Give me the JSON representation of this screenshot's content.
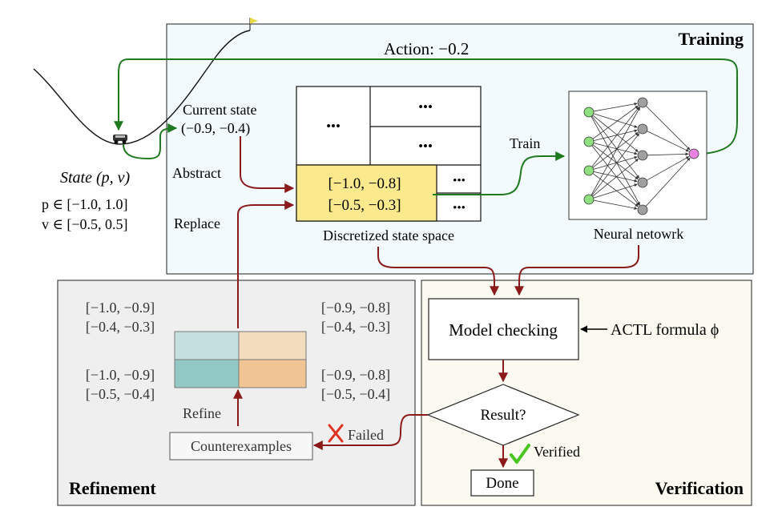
{
  "panels": {
    "training": "Training",
    "refinement": "Refinement",
    "verification": "Verification"
  },
  "action_label": "Action: −0.2",
  "current_state": {
    "title": "Current state",
    "value": "(−0.9, −0.4)"
  },
  "state_info": {
    "title": "State (p, v)",
    "p_range": "p ∈ [−1.0, 1.0]",
    "v_range": "v ∈ [−0.5, 0.5]"
  },
  "labels": {
    "abstract": "Abstract",
    "replace": "Replace",
    "train": "Train",
    "refine": "Refine",
    "failed": "Failed",
    "verified": "Verified"
  },
  "state_space": {
    "caption": "Discretized state space",
    "ellipsis": "•••",
    "highlight_line1": "[−1.0, −0.8]",
    "highlight_line2": "[−0.5, −0.3]"
  },
  "network": {
    "caption": "Neural netowrk"
  },
  "verification": {
    "model_checking": "Model checking",
    "formula": "ACTL formula ϕ",
    "result": "Result?",
    "done": "Done"
  },
  "refinement": {
    "counterexamples": "Counterexamples",
    "cells": [
      {
        "line1": "[−1.0, −0.9]",
        "line2": "[−0.4, −0.3]"
      },
      {
        "line1": "[−0.9, −0.8]",
        "line2": "[−0.4, −0.3]"
      },
      {
        "line1": "[−1.0, −0.9]",
        "line2": "[−0.5, −0.4]"
      },
      {
        "line1": "[−0.9, −0.8]",
        "line2": "[−0.5, −0.4]"
      }
    ]
  },
  "colors": {
    "training_bg": "#f2fafd",
    "refinement_bg": "#efefef",
    "verification_bg": "#fbfaf1",
    "highlight": "#fbe98d",
    "green_arrow": "#1f7a1f",
    "red_arrow": "#8b1a1a",
    "input_node": "#8fe07f",
    "hidden_node": "#a0a0a0",
    "output_node": "#e982e0",
    "cell_teal_light": "#c4e0de",
    "cell_teal": "#93c9c5",
    "cell_orange_light": "#f3dcbd",
    "cell_orange": "#f1c593",
    "check": "#47c61f",
    "cross": "#e0301f"
  }
}
